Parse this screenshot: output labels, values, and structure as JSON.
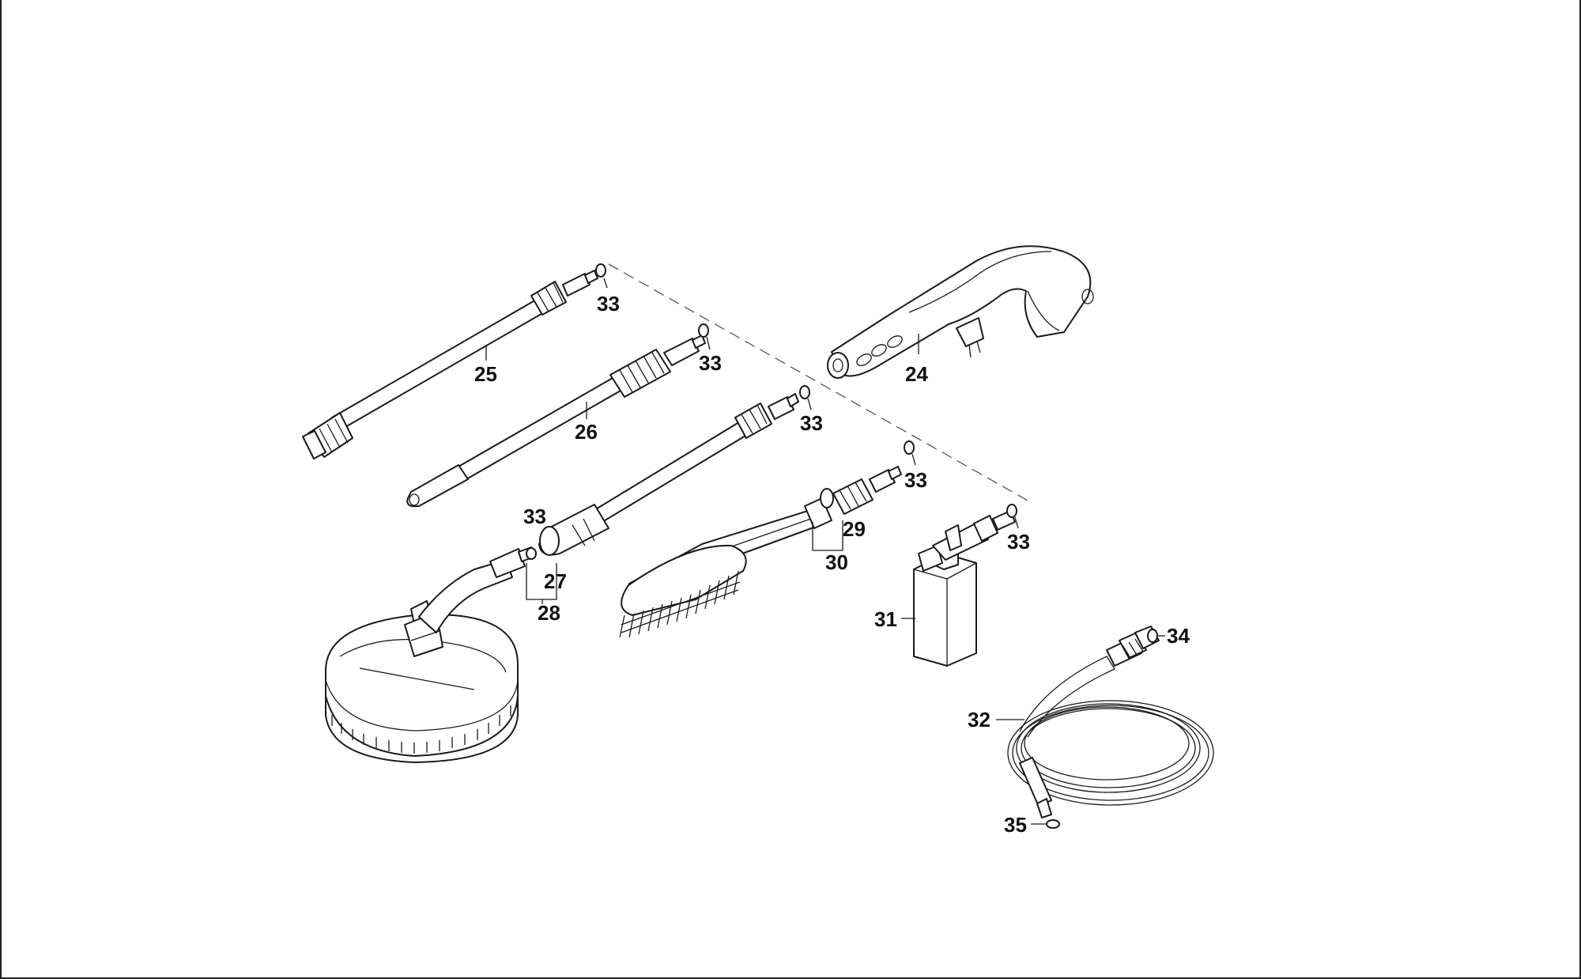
{
  "callouts": {
    "c24": "24",
    "c25": "25",
    "c26": "26",
    "c27": "27",
    "c28": "28",
    "c29": "29",
    "c30": "30",
    "c31": "31",
    "c32": "32",
    "c33": "33",
    "c34": "34",
    "c35": "35"
  }
}
